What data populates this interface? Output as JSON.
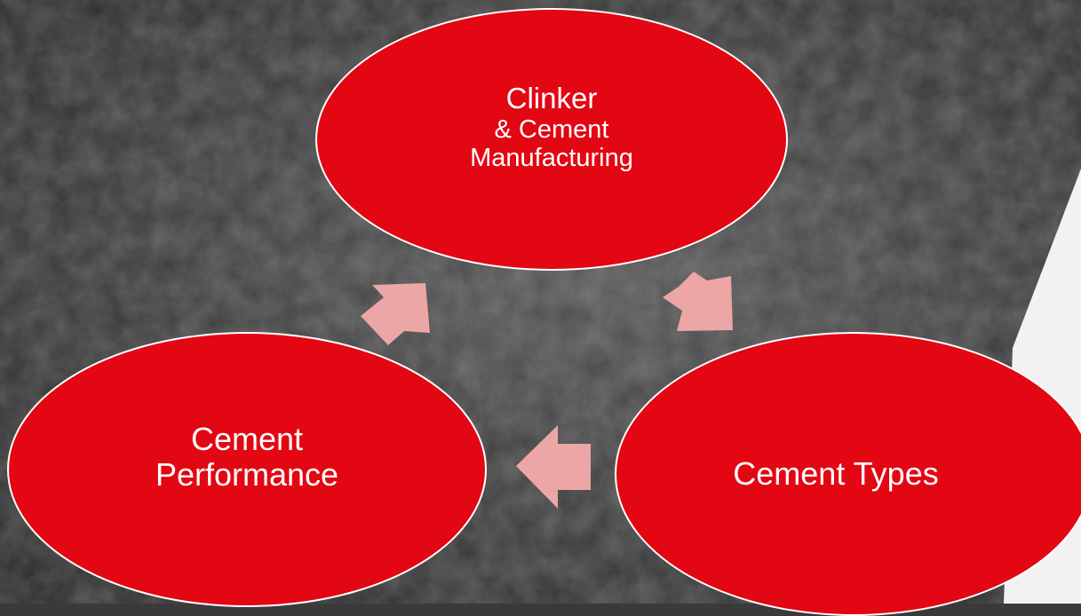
{
  "colors": {
    "node_fill": "#e30613",
    "node_border": "#ffffff",
    "arrow_fill": "#eca6a6",
    "background": "#3a3a3a",
    "panel": "#f2f2f2"
  },
  "diagram": {
    "type": "cycle",
    "nodes": [
      {
        "id": "top",
        "line1_a": "Clinker",
        "line1_b": "& Cement",
        "line2": "Manufacturing"
      },
      {
        "id": "right",
        "line1": "Cement Types"
      },
      {
        "id": "left",
        "line1": "Cement",
        "line2": "Performance"
      }
    ],
    "edges": [
      {
        "from": "top",
        "to": "right"
      },
      {
        "from": "right",
        "to": "left"
      },
      {
        "from": "left",
        "to": "top"
      }
    ]
  }
}
